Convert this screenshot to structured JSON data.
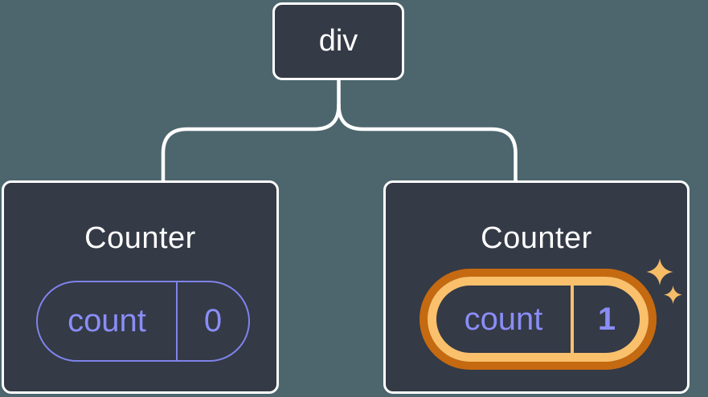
{
  "diagram": {
    "description": "Component tree: root div element with two Counter component children showing isolated state",
    "root": {
      "label": "div"
    },
    "nodes": [
      {
        "title": "Counter",
        "state_key": "count",
        "state_value": "0",
        "highlighted": false
      },
      {
        "title": "Counter",
        "state_key": "count",
        "state_value": "1",
        "highlighted": true
      }
    ]
  },
  "colors": {
    "background": "#4D666E",
    "surface": "#343A46",
    "line": "#FFFFFF",
    "text": "#FFFFFF",
    "purple": "#8A8DF6",
    "purple_border": "#7F83EA",
    "gold": "#FAC06C",
    "orange": "#C56A11"
  }
}
